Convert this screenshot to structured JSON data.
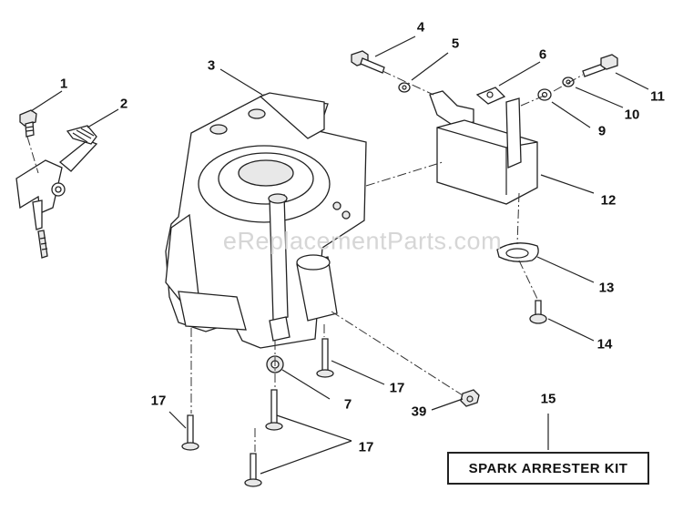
{
  "watermark": "eReplacementParts.com",
  "callouts": {
    "c1": "1",
    "c2": "2",
    "c3": "3",
    "c4": "4",
    "c5": "5",
    "c6": "6",
    "c7": "7",
    "c9": "9",
    "c10": "10",
    "c11": "11",
    "c12": "12",
    "c13": "13",
    "c14": "14",
    "c15": "15",
    "c17a": "17",
    "c17b": "17",
    "c17c": "17",
    "c39": "39"
  },
  "kit_label": "SPARK ARRESTER KIT"
}
